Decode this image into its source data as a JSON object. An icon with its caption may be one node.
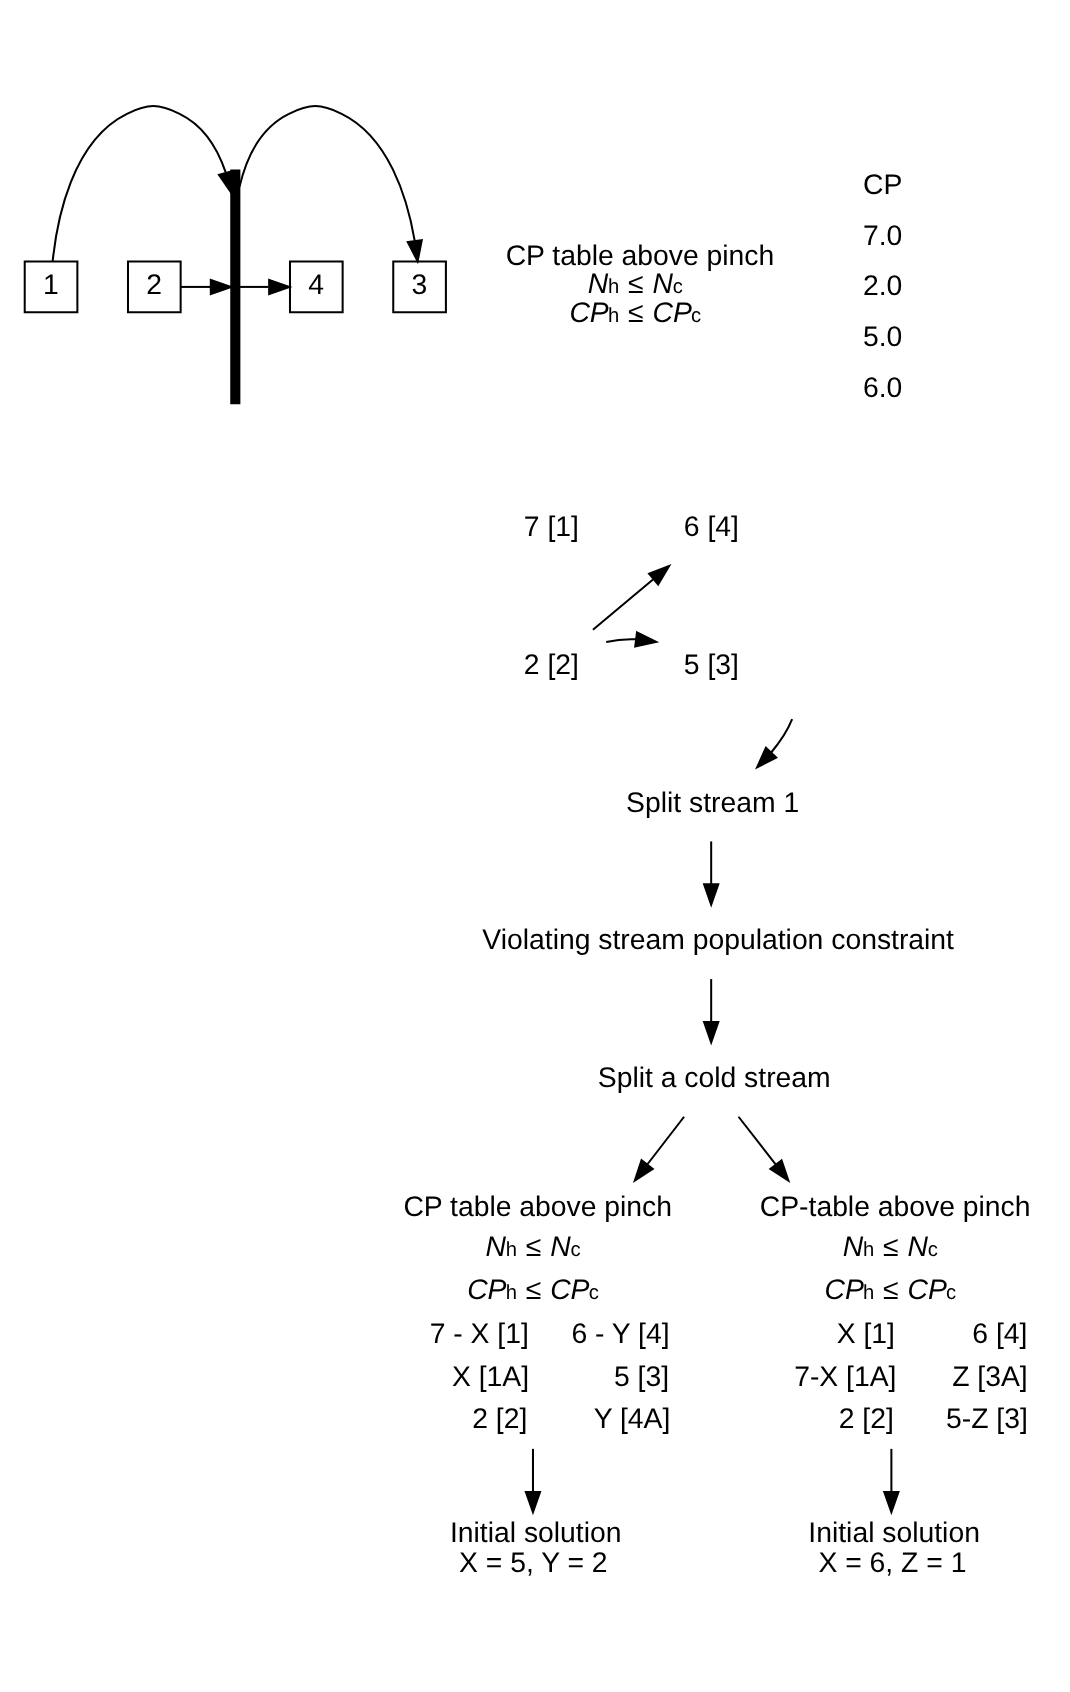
{
  "diagram": {
    "nodes": [
      {
        "text": [
          "1"
        ]
      },
      {
        "text": [
          "2"
        ]
      },
      {
        "text": [
          "3"
        ]
      },
      {
        "text": [
          "4"
        ]
      },
      {
        "text": [],
        "shape": "bar"
      },
      {
        "text": [
          "CP table above pinch",
          "*N*$_{h}$ ≤ *N*$_{c}$",
          "*CP*$_{h}$ ≤ *CP*$_{c}$"
        ]
      },
      {
        "text": [
          "7 [1]"
        ]
      },
      {
        "text": [
          "6 [4]"
        ]
      },
      {
        "text": [
          "2 [2]"
        ]
      },
      {
        "text": [
          "5 [3]"
        ]
      },
      {
        "text": [
          "Split stream 1"
        ]
      },
      {
        "text": [
          "Violating stream population constraint"
        ]
      },
      {
        "text": [
          "Split a cold stream"
        ]
      },
      {
        "text": [
          "CP table above pinch",
          "*N*$_{h}$ ≤ *N*$_{c}$",
          "*CP*$_{h}$ ≤ *CP*$_{c}$",
          "7 - X [1]",
          "6 - Y [4]",
          "X [1A]",
          "5 [3]",
          "2 [2]",
          "Y [4A]"
        ]
      },
      {
        "text": [
          "CP-table above pinch",
          "*N*$_{h}$ ≤ *N*$_{c}$",
          "*CP*$_{h}$ ≤ *CP*$_{c}$",
          "X [1]",
          "6 [4]",
          "7-X [1A]",
          "Z [3A]",
          "2 [2]",
          "5-Z [3]"
        ]
      },
      {
        "text": [
          "Initial solution",
          "X = 5, Y = 2"
        ]
      },
      {
        "text": [
          "Initial solution",
          "X = 6, Z = 1"
        ]
      }
    ],
    "edges": [
      {
        "from": 0,
        "to": 4,
        "arrow": "to"
      },
      {
        "from": 1,
        "to": 4,
        "arrow": "to"
      },
      {
        "from": 4,
        "to": 2,
        "arrow": "to"
      },
      {
        "from": 4,
        "to": 3,
        "arrow": "to"
      },
      {
        "from": 8,
        "to": 7,
        "arrow": "to"
      },
      {
        "from": 8,
        "to": 9,
        "arrow": "to"
      },
      {
        "from": 5,
        "to": 10,
        "arrow": "to"
      },
      {
        "from": 10,
        "to": 11,
        "arrow": "to"
      },
      {
        "from": 11,
        "to": 12,
        "arrow": "to"
      },
      {
        "from": 12,
        "to": 13,
        "arrow": "to"
      },
      {
        "from": 12,
        "to": 14,
        "arrow": "to"
      },
      {
        "from": 13,
        "to": 15,
        "arrow": "to"
      },
      {
        "from": 14,
        "to": 16,
        "arrow": "to"
      }
    ],
    "labels": [
      "CP",
      "7.0",
      "2.0",
      "5.0",
      "6.0"
    ]
  }
}
